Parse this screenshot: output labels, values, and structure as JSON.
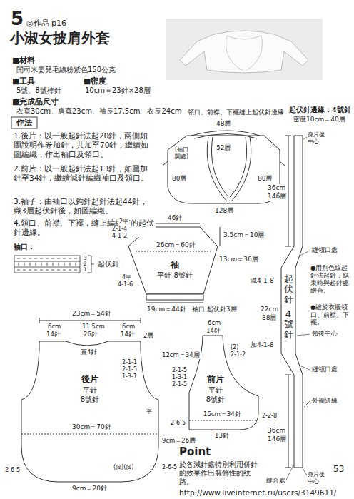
{
  "diagram": {
    "title": "小淑女披肩外套",
    "nodes": [
      {
        "text": [
          "後片",
          "平針",
          "8號針"
        ]
      },
      {
        "text": [
          "前片",
          "平針",
          "8號針"
        ]
      },
      {
        "text": [
          "袖",
          "平針 8號針"
        ]
      },
      {
        "text": [
          "起伏針",
          "4號針"
        ]
      }
    ],
    "labels": [
      "5",
      "◎作品 p16",
      "■材料",
      "開司米嬰兒毛線粉紫色150公克",
      "■工具",
      "5號、8號棒針",
      "■密度",
      "10cm＝23針×28層",
      "■完成品尺寸",
      "衣寬30cm、肩寬23cm、袖長17.5cm、衣長24cm",
      "作法",
      "1.後片：以一般起針法起20針，兩側如圖說明作卷加針，共加至70針，繼續如圖編織，作出袖口及領口。",
      "2.前片：以一般起針法起13針，如圖加針至34針，繼續減針編織袖口及領口。",
      "3.袖子：由袖口以鉤針起針法起44針，織3層起伏針後，如圖編織。",
      "4.領口、前襟、下襬，縫上編織好的起伏針邊緣。",
      "領口、前襟、下襬縫上起伏針邊緣",
      "48層",
      "52層",
      "80層",
      "80層",
      "(袖口開處)",
      "128層",
      "起伏針邊緣：4號針",
      "密度10cm＝40層",
      "身片後中心",
      "36cm",
      "146層",
      "縫領口處",
      "減4-1-8",
      "22cm",
      "88層",
      "●用別色線起針法起針，結束時與起針處縫合。",
      "●縫於衣服領口、前襟、下襬。",
      "領後中心",
      "加4-1-8",
      "縫領口處",
      "外襬邊緣",
      "36cm",
      "146層",
      "縫合處",
      "身片後中心",
      "46針",
      "2平",
      "2-1-4",
      "4-1-2",
      "4平",
      "4-1-6",
      "26cm＝60針",
      "3.5cm＝10層",
      "13cm＝36層",
      "19cm＝44針",
      "袖口 起伏針3層",
      "袖口：",
      "3",
      "2",
      "1",
      "起伏針",
      "23cm＝54針",
      "6cm",
      "14針",
      "11.5cm",
      "26針",
      "6cm",
      "14針",
      "直4針",
      "2層",
      "12cm＝34層",
      "2-1-1",
      "2-1-5",
      "1-3-1",
      "平",
      "9cm＝26層",
      "30cm＝70針",
      "2-6-5",
      "2-6-5",
      "(@)(@)",
      "9cm＝20針",
      "6cm",
      "14針",
      "(2)",
      "2-1-2",
      "2-1-5",
      "1-3-1",
      "2-1-5",
      "15cm＝34針",
      "2-2-8",
      "2-6-5",
      "13針",
      "Point",
      "於各減針處特別利用併針的效果作出裝飾性的紋路。",
      "53",
      "http://www.liveinternet.ru/users/3149611/"
    ]
  }
}
